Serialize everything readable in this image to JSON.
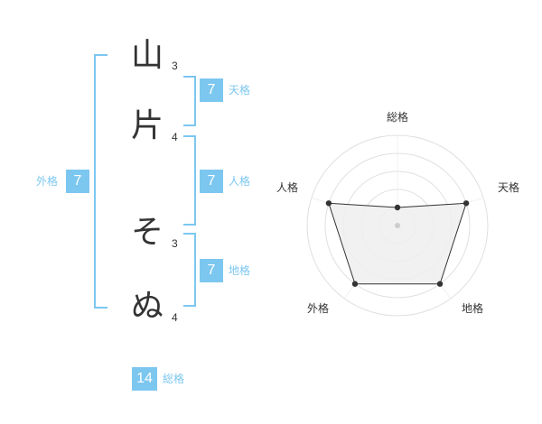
{
  "name_chars": [
    {
      "char": "山",
      "strokes": "3"
    },
    {
      "char": "片",
      "strokes": "4"
    },
    {
      "char": "そ",
      "strokes": "3"
    },
    {
      "char": "ぬ",
      "strokes": "4"
    }
  ],
  "kakusu": {
    "tenkaku": {
      "value": "7",
      "label": "天格"
    },
    "jinkaku": {
      "value": "7",
      "label": "人格"
    },
    "chikaku": {
      "value": "7",
      "label": "地格"
    },
    "gaikaku": {
      "value": "7",
      "label": "外格"
    },
    "soukaku": {
      "value": "14",
      "label": "総格"
    }
  },
  "colors": {
    "accent": "#7cc7f0",
    "text": "#333333",
    "grid": "#e0e0e0",
    "fill": "#eeeeee"
  },
  "chart_data": {
    "type": "radar",
    "categories": [
      "総格",
      "天格",
      "地格",
      "外格",
      "人格"
    ],
    "values": [
      1,
      4,
      4,
      4,
      4
    ],
    "max": 5,
    "grid_rings": 5
  }
}
